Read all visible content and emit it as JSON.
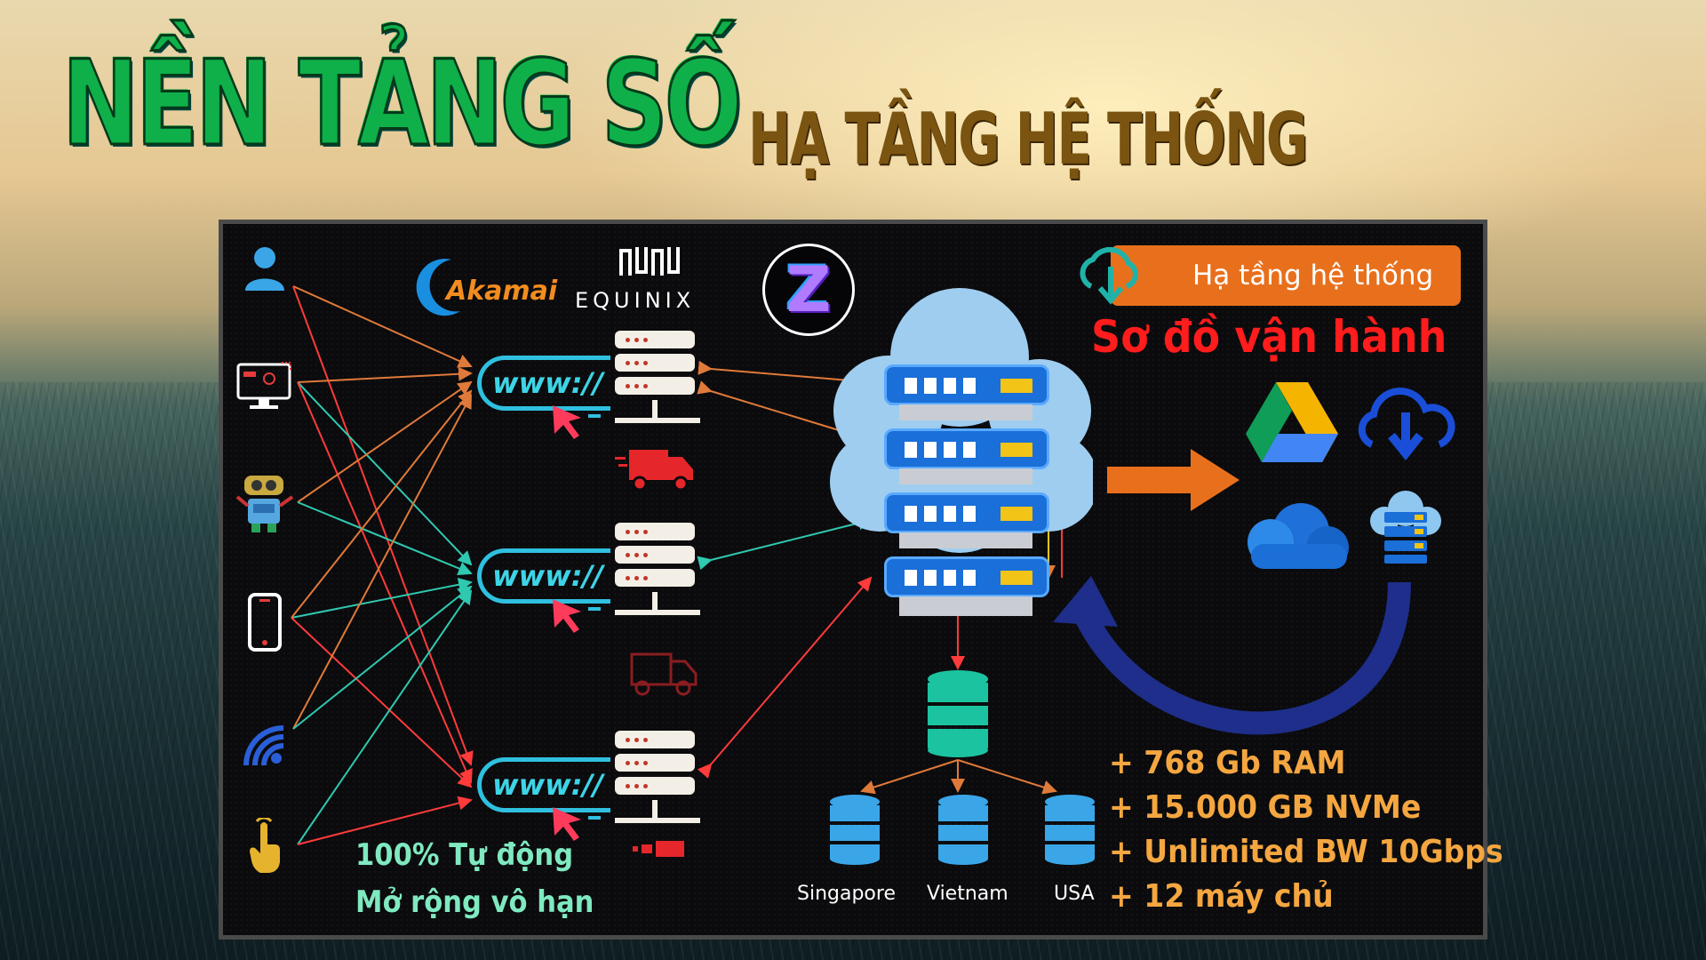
{
  "header": {
    "title": "NỀN TẢNG SỐ",
    "subtitle": "HẠ TẦNG HỆ THỐNG"
  },
  "diagram": {
    "brands": {
      "akamai": "Akamai",
      "equinix": "EQUINIX",
      "z_logo": "Z"
    },
    "badge_label": "Hạ tầng hệ thống",
    "heading": "Sơ đồ vận hành",
    "www_labels": [
      "www://",
      "www://",
      "www://"
    ],
    "notes": [
      "100% Tự động",
      "Mở rộng vô hạn"
    ],
    "locations": [
      "Singapore",
      "Vietnam",
      "USA"
    ],
    "specs": [
      "+ 768 Gb RAM",
      "+ 15.000 GB NVMe",
      "+ Unlimited BW 10Gbps",
      "+ 12 máy chủ"
    ],
    "client_icons": [
      "user-icon",
      "monitor-icon",
      "robot-icon",
      "smartphone-icon",
      "wifi-icon",
      "touch-hand-icon"
    ],
    "colors": {
      "title_green": "#0fb04a",
      "subtitle_brown": "#7a5410",
      "badge_orange": "#e8701c",
      "heading_red": "#ff1c1c",
      "specs_orange": "#f4a640",
      "note_cyan": "#7fe9c0",
      "server_blue": "#1a6fd8"
    }
  }
}
